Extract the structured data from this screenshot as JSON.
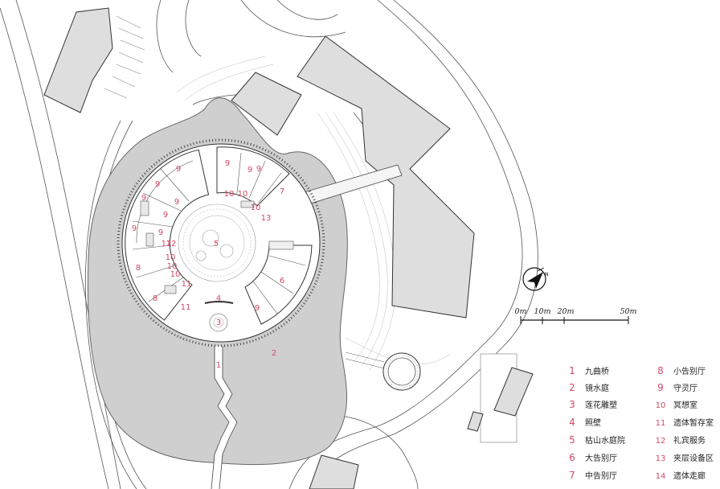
{
  "site_plan": {
    "ring_labels": [
      {
        "id": "5",
        "text": "5"
      },
      {
        "id": "4",
        "text": "4"
      },
      {
        "id": "3",
        "text": "3"
      },
      {
        "id": "2",
        "text": "2"
      },
      {
        "id": "1",
        "text": "1"
      },
      {
        "id": "6",
        "text": "6"
      },
      {
        "id": "7",
        "text": "7"
      },
      {
        "id": "8a",
        "text": "8"
      },
      {
        "id": "8b",
        "text": "8"
      },
      {
        "id": "9a",
        "text": "9"
      },
      {
        "id": "9b",
        "text": "9"
      },
      {
        "id": "9c",
        "text": "9"
      },
      {
        "id": "9d",
        "text": "9"
      },
      {
        "id": "9e",
        "text": "9"
      },
      {
        "id": "9f",
        "text": "9"
      },
      {
        "id": "9g",
        "text": "9"
      },
      {
        "id": "9h",
        "text": "9"
      },
      {
        "id": "9i",
        "text": "9"
      },
      {
        "id": "9j",
        "text": "9"
      },
      {
        "id": "9k",
        "text": "9"
      },
      {
        "id": "10a",
        "text": "10"
      },
      {
        "id": "10b",
        "text": "10"
      },
      {
        "id": "10c",
        "text": "10"
      },
      {
        "id": "10d",
        "text": "10"
      },
      {
        "id": "10e",
        "text": "10"
      },
      {
        "id": "10f",
        "text": "10"
      },
      {
        "id": "11a",
        "text": "11"
      },
      {
        "id": "11b",
        "text": "11"
      },
      {
        "id": "12a",
        "text": "12"
      },
      {
        "id": "12b",
        "text": "12"
      },
      {
        "id": "13",
        "text": "13"
      }
    ]
  },
  "scale_bar": {
    "labels": [
      "0m",
      "10m",
      "20m",
      "50m"
    ]
  },
  "legend": {
    "left": [
      {
        "num": "1",
        "text": "九曲桥"
      },
      {
        "num": "2",
        "text": "镜水庭"
      },
      {
        "num": "3",
        "text": "莲花雕塑"
      },
      {
        "num": "4",
        "text": "照壁"
      },
      {
        "num": "5",
        "text": "枯山水庭院"
      },
      {
        "num": "6",
        "text": "大告别厅"
      },
      {
        "num": "7",
        "text": "中告别厅"
      }
    ],
    "right": [
      {
        "num": "8",
        "text": "小告别厅"
      },
      {
        "num": "9",
        "text": "守灵厅"
      },
      {
        "num": "10",
        "text": "冥想室"
      },
      {
        "num": "11",
        "text": "遗体暂存室"
      },
      {
        "num": "12",
        "text": "礼宾服务"
      },
      {
        "num": "13",
        "text": "夹层设备区"
      },
      {
        "num": "14",
        "text": "遗体走廊"
      }
    ]
  },
  "colors": {
    "accent_red": "#d14a63",
    "water": "#cfcfcf",
    "building": "#dedede",
    "line": "#333333"
  },
  "icons": {
    "north_arrow": "north-arrow-icon"
  }
}
